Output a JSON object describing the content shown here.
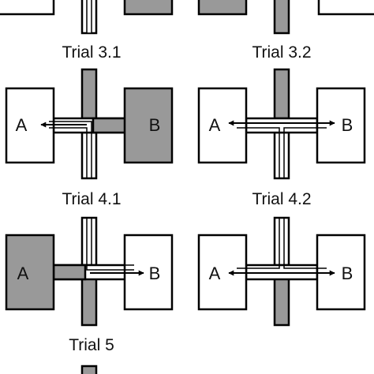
{
  "colors": {
    "outline": "#000000",
    "white_fill": "#ffffff",
    "shaded_fill": "#999999"
  },
  "titles": {
    "t31": "Trial 3.1",
    "t32": "Trial 3.2",
    "t41": "Trial 4.1",
    "t42": "Trial 4.2",
    "t5": "Trial 5"
  },
  "rooms": {
    "a": "A",
    "b": "B"
  }
}
